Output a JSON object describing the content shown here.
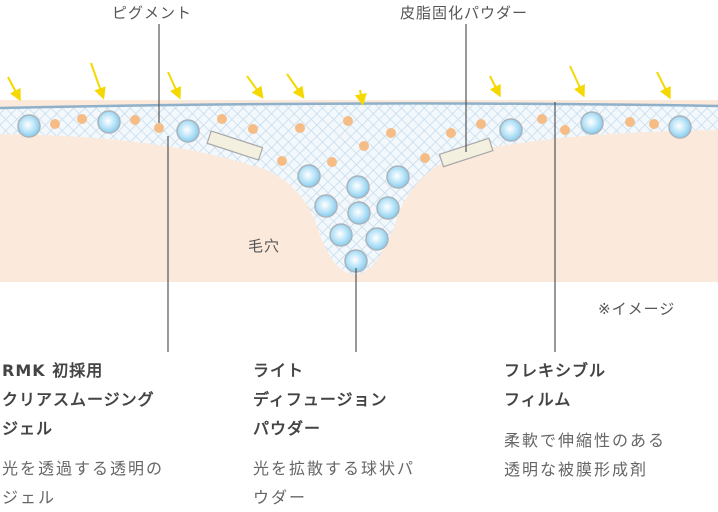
{
  "labels": {
    "pigment": "ピグメント",
    "fixed_powder": "皮脂固化パウダー",
    "pore": "毛穴",
    "image_note": "※イメージ"
  },
  "ingredients": [
    {
      "title": [
        "RMK 初採用",
        "クリアスムージング",
        "ジェル"
      ],
      "desc": [
        "光を透過する透明の",
        "ジェル"
      ]
    },
    {
      "title": [
        "ライト",
        "ディフュージョン",
        "パウダー"
      ],
      "desc": [
        "光を拡散する球状パ",
        "ウダー"
      ]
    },
    {
      "title": [
        "フレキシブル",
        "フィルム"
      ],
      "desc": [
        "柔軟で伸縮性のある",
        "透明な被膜形成剤"
      ]
    }
  ],
  "colors": {
    "skin": "#fbeadb",
    "gel": "#dbe9f4",
    "film": "#8fb0c8",
    "arrow": "#f5d800",
    "pigment": "#f5bd85",
    "sphere": "#8fd0f0"
  }
}
